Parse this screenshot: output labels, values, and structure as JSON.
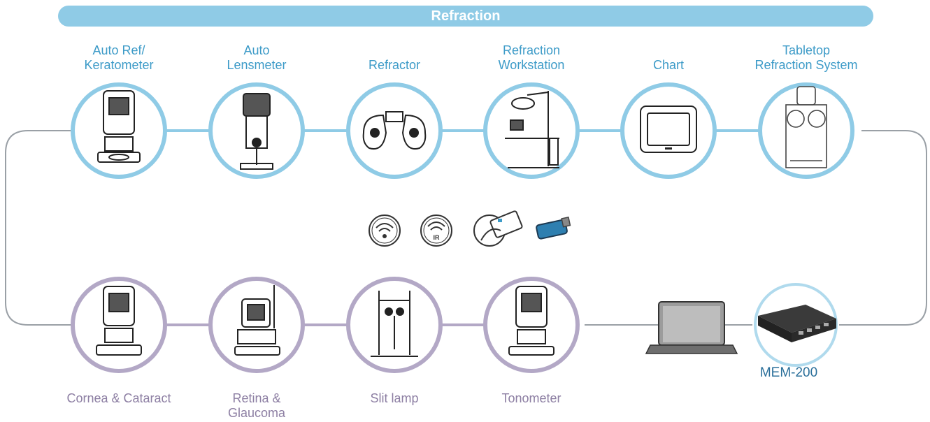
{
  "banner": {
    "title": "Refraction"
  },
  "colors": {
    "refraction_ring": "#8fcbe6",
    "refraction_text": "#3d9bc8",
    "exam_ring": "#b3a8c6",
    "exam_text": "#8d7fa3",
    "connector": "#9aa0a6",
    "mem_text": "#2a6f9a"
  },
  "refraction_devices": [
    {
      "line1": "Auto Ref/",
      "line2": "Keratometer",
      "icon": "auto-ref-keratometer-icon"
    },
    {
      "line1": "Auto",
      "line2": "Lensmeter",
      "icon": "lensmeter-icon"
    },
    {
      "line1": "Refractor",
      "line2": "",
      "icon": "refractor-icon"
    },
    {
      "line1": "Refraction",
      "line2": "Workstation",
      "icon": "workstation-icon"
    },
    {
      "line1": "Chart",
      "line2": "",
      "icon": "chart-monitor-icon"
    },
    {
      "line1": "Tabletop",
      "line2": "Refraction System",
      "icon": "tabletop-refraction-icon"
    }
  ],
  "exam_devices": [
    {
      "line1": "Cornea & Cataract",
      "line2": "",
      "icon": "cornea-cataract-icon"
    },
    {
      "line1": "Retina &",
      "line2": "Glaucoma",
      "icon": "retina-glaucoma-icon"
    },
    {
      "line1": "Slit lamp",
      "line2": "",
      "icon": "slit-lamp-icon"
    },
    {
      "line1": "Tonometer",
      "line2": "",
      "icon": "tonometer-icon"
    }
  ],
  "connectivity": [
    {
      "icon": "wifi-icon"
    },
    {
      "icon": "infrared-icon",
      "text": "IR"
    },
    {
      "icon": "ic-card-icon"
    },
    {
      "icon": "usb-drive-icon"
    }
  ],
  "hub": {
    "label": "MEM-200",
    "icon": "mem-200-hub-icon"
  },
  "computer": {
    "icon": "laptop-icon"
  }
}
